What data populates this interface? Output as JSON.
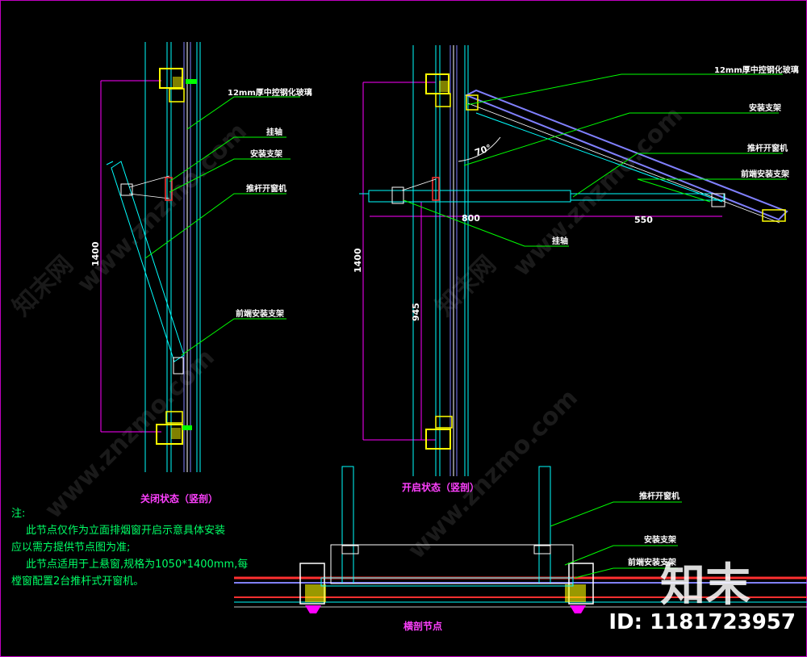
{
  "labels": {
    "glass": "12mm厚中控钢化玻璃",
    "hinge": "挂轴",
    "bracket": "安装支架",
    "opener": "推杆开窗机",
    "front_bracket": "前端安装支架"
  },
  "dimensions": {
    "closed_height": "1400",
    "open_height": "1400",
    "open_lower": "945",
    "stroke_a": "800",
    "stroke_b": "550",
    "angle": "70°"
  },
  "captions": {
    "closed": "关闭状态（竖剖）",
    "open": "开启状态（竖剖）",
    "section": "横剖节点"
  },
  "note": {
    "title": "注:",
    "lines": [
      "此节点仅作为立面排烟窗开启示意具体安装",
      "应以需方提供节点图为准;",
      "此节点适用于上悬窗,规格为1050*1400mm,每",
      "樘窗配置2台推杆式开窗机。"
    ]
  },
  "watermark": {
    "site": "www.znzmo.com",
    "brand": "知末网",
    "logo": "知末",
    "id": "ID: 1181723957"
  },
  "colors": {
    "frame": "#c000c0",
    "leader": "#00ff00",
    "mullion": "#00ffff",
    "profile": "#ffff00",
    "dimension": "#ff00ff",
    "glass": "#8080ff"
  }
}
